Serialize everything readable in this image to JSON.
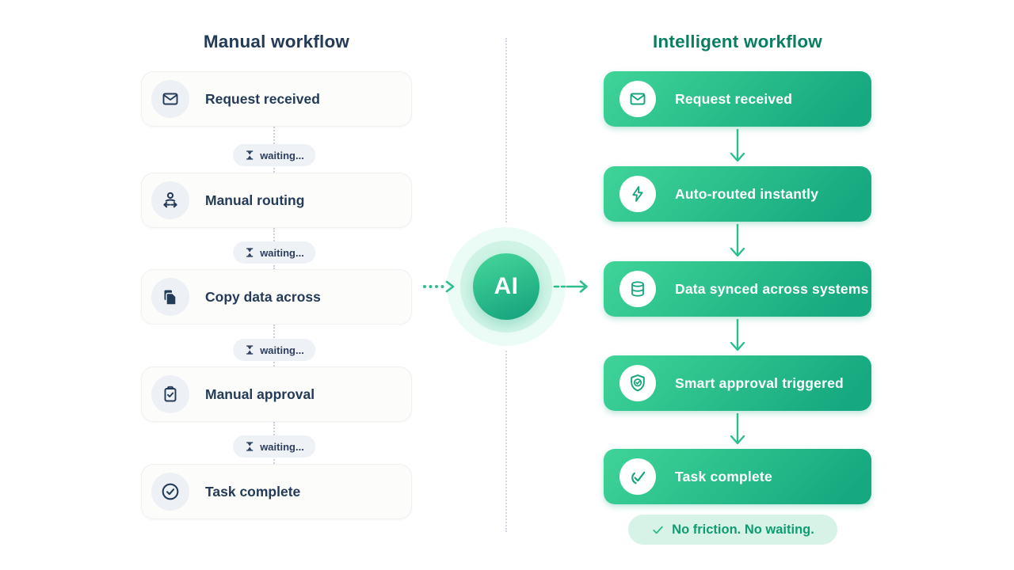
{
  "left": {
    "title": "Manual workflow",
    "waiting_label": "waiting...",
    "steps": [
      {
        "label": "Request received",
        "icon": "mail"
      },
      {
        "label": "Manual routing",
        "icon": "person-routing"
      },
      {
        "label": "Copy data across",
        "icon": "copy"
      },
      {
        "label": "Manual approval",
        "icon": "clipboard-check"
      },
      {
        "label": "Task complete",
        "icon": "circle-check"
      }
    ]
  },
  "center": {
    "ai_label": "AI"
  },
  "right": {
    "title": "Intelligent workflow",
    "steps": [
      {
        "label": "Request received",
        "icon": "mail"
      },
      {
        "label": "Auto-routed instantly",
        "icon": "lightning"
      },
      {
        "label": "Data synced across systems",
        "icon": "database"
      },
      {
        "label": "Smart approval triggered",
        "icon": "shield-check"
      },
      {
        "label": "Task complete",
        "icon": "check-open"
      }
    ],
    "footer_badge": "No friction. No waiting."
  },
  "colors": {
    "navy": "#233B58",
    "green_dark_title": "#0A7E63",
    "card_gradient_start": "#3FD598",
    "card_gradient_end": "#16A87F",
    "arrow_green": "#2CBE8D",
    "waiting_badge_bg": "#EEF1F6",
    "manual_card_bg": "#FCFCFA",
    "friction_badge_bg": "#D7F2E6",
    "friction_badge_text": "#0E9C73"
  }
}
